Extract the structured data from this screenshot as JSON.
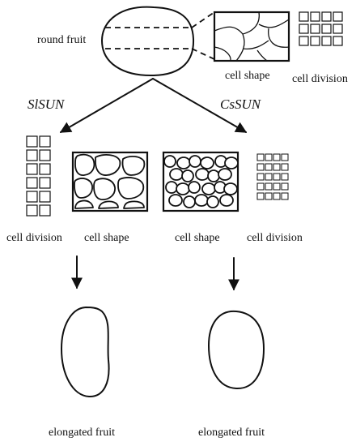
{
  "top": {
    "fruit_label": "round fruit",
    "cell_shape_label": "cell shape",
    "cell_division_label": "cell division"
  },
  "branches": [
    {
      "gene": "SlSUN",
      "cell_division_label": "cell division",
      "cell_shape_label": "cell shape",
      "fruit_label": "elongated fruit"
    },
    {
      "gene": "CsSUN",
      "cell_shape_label": "cell shape",
      "cell_division_label": "cell division",
      "fruit_label": "elongated fruit"
    }
  ]
}
